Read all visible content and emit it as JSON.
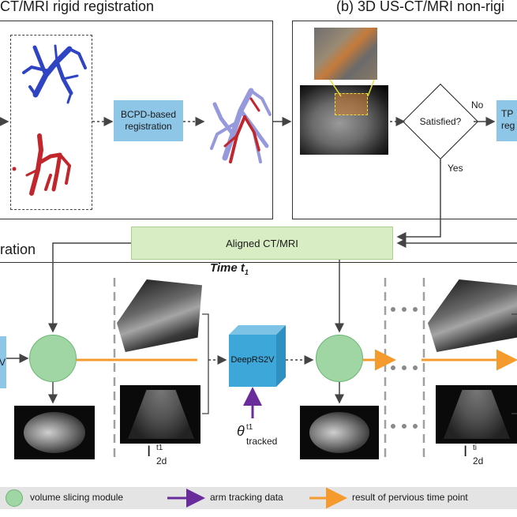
{
  "panel_a": {
    "title": "CT/MRI rigid registration",
    "step": "BCPD-based registration"
  },
  "panel_b": {
    "title": "(b) 3D US-CT/MRI non-rigi",
    "decision": "Satisfied?",
    "no_label": "No",
    "yes_label": "Yes",
    "cut_box_line1": "TP",
    "cut_box_line2": "reg"
  },
  "aligned": "Aligned CT/MRI",
  "panel_c": {
    "title": "ration",
    "time_label": "Time t",
    "time_sub": "1",
    "network": "DeepRS2V",
    "left_cut": "V",
    "theta_symbol": "θ",
    "theta_sup": "t1",
    "theta_sub": "tracked",
    "i1_base": "I",
    "i1_sup": "t1",
    "i1_sub": "2d",
    "i2_base": "I",
    "i2_sup": "ti",
    "i2_sub": "2d"
  },
  "legend": {
    "item1": "volume slicing module",
    "item2": "arm tracking data",
    "item3": "result of pervious time point"
  },
  "colors": {
    "blue_box": "#8ec6e8",
    "network_cube": "#3ea7d9",
    "green_bar": "#d8edc4",
    "circle": "#9fd6a3",
    "purple": "#6a2c9a",
    "orange": "#f59a2d",
    "vessel_blue": "#2f44c2",
    "vessel_red": "#c0262b"
  }
}
